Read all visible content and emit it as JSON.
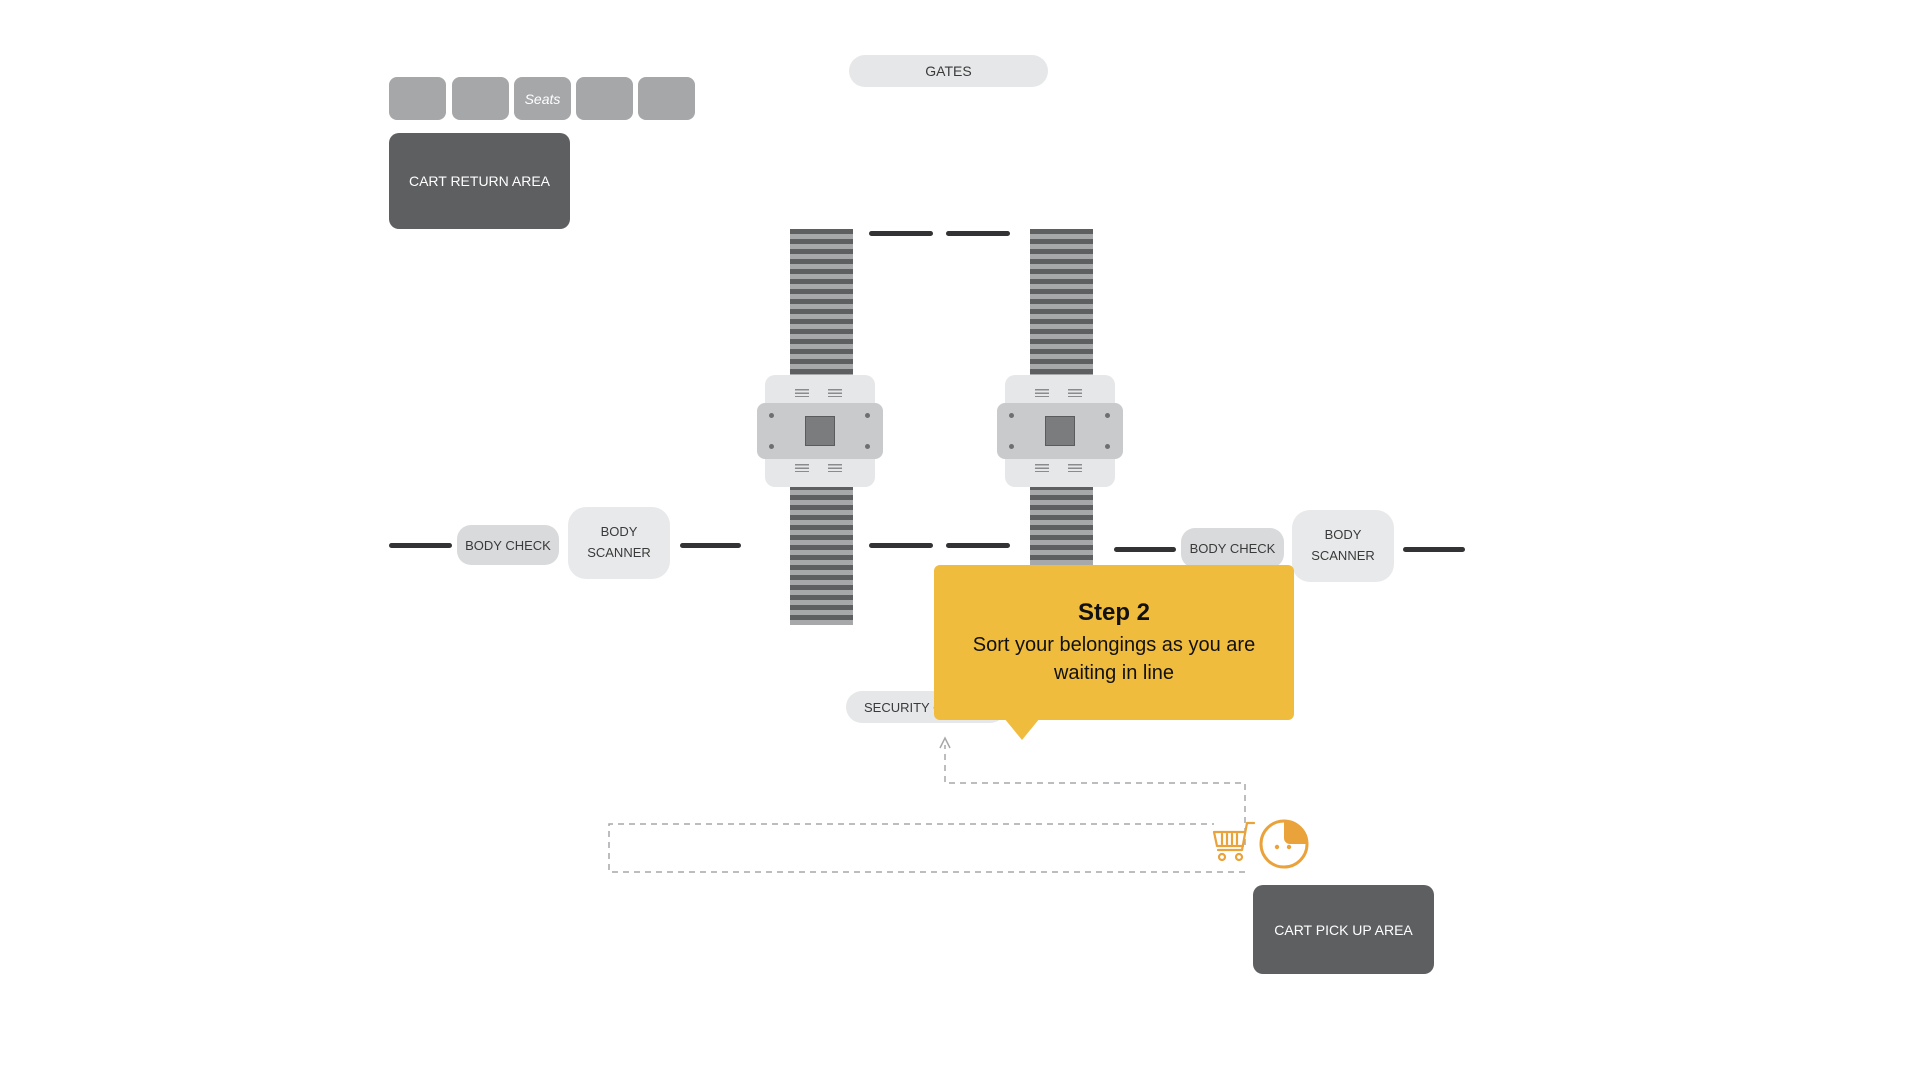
{
  "labels": {
    "gates": "GATES",
    "seats": "Seats",
    "cart_return": "CART RETURN AREA",
    "cart_pickup": "CART PICK UP AREA",
    "security": "SECURITY C",
    "body_check": "BODY CHECK",
    "body_scanner_line1": "BODY",
    "body_scanner_line2": "SCANNER"
  },
  "tooltip": {
    "title": "Step 2",
    "body_line1": "Sort your belongings as you are",
    "body_line2": "waiting in line"
  },
  "colors": {
    "accent_yellow": "#f0bc3e",
    "accent_orange": "#eaa23a",
    "dark_area": "#5e5f61",
    "belt_dark": "#5e5f61",
    "belt_light": "#a7a8aa"
  },
  "icons": {
    "cart": "shopping-cart-icon",
    "traveler": "person-face-icon"
  }
}
